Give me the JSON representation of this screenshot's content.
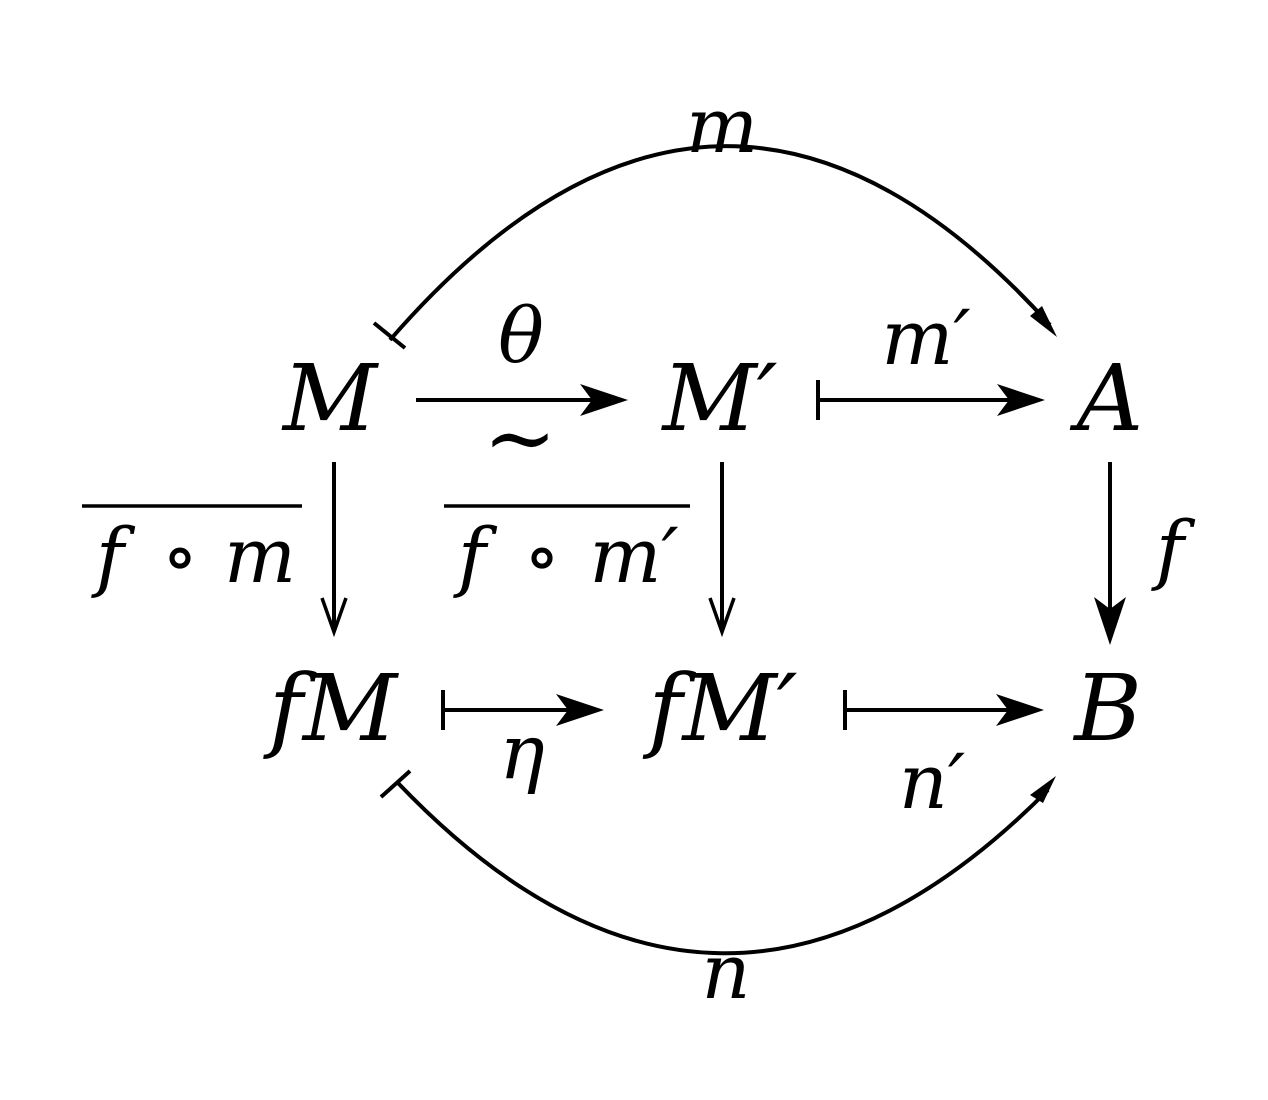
{
  "nodes": {
    "M": "M",
    "Mp": "M′",
    "A": "A",
    "fM": "fM",
    "fMp": "fM′",
    "B": "B"
  },
  "labels": {
    "m": "m",
    "theta": "θ",
    "iso": "∼",
    "mp": "m′",
    "f": "f",
    "fom_f": "f",
    "fom_circ": "∘",
    "fom_m": "m",
    "fomp_f": "f",
    "fomp_circ": "∘",
    "fomp_m": "m′",
    "eta": "η",
    "np": "n′",
    "n": "n"
  },
  "colors": {
    "ink": "#000000",
    "background": "#ffffff"
  }
}
